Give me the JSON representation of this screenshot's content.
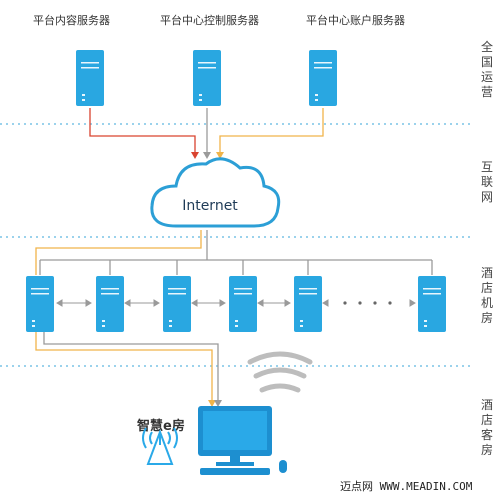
{
  "top_servers": [
    "平台内容服务器",
    "平台中心控制服务器",
    "平台中心账户服务器"
  ],
  "zones": {
    "national_ops": "全国运营",
    "internet": "互联网",
    "hotel_room_machine": "酒店机房",
    "hotel_guest_room": "酒店客房"
  },
  "cloud_label": "Internet",
  "product_name": "智慧e房",
  "watermark": "迈点网 WWW.MEADIN.COM",
  "colors": {
    "server_blue": "#29a7e1",
    "line_red": "#d9432f",
    "line_gray": "#9a9a9a",
    "line_orange": "#f0b44a",
    "divider": "#5fb8e0",
    "cloud_border": "#2c9fd6"
  }
}
